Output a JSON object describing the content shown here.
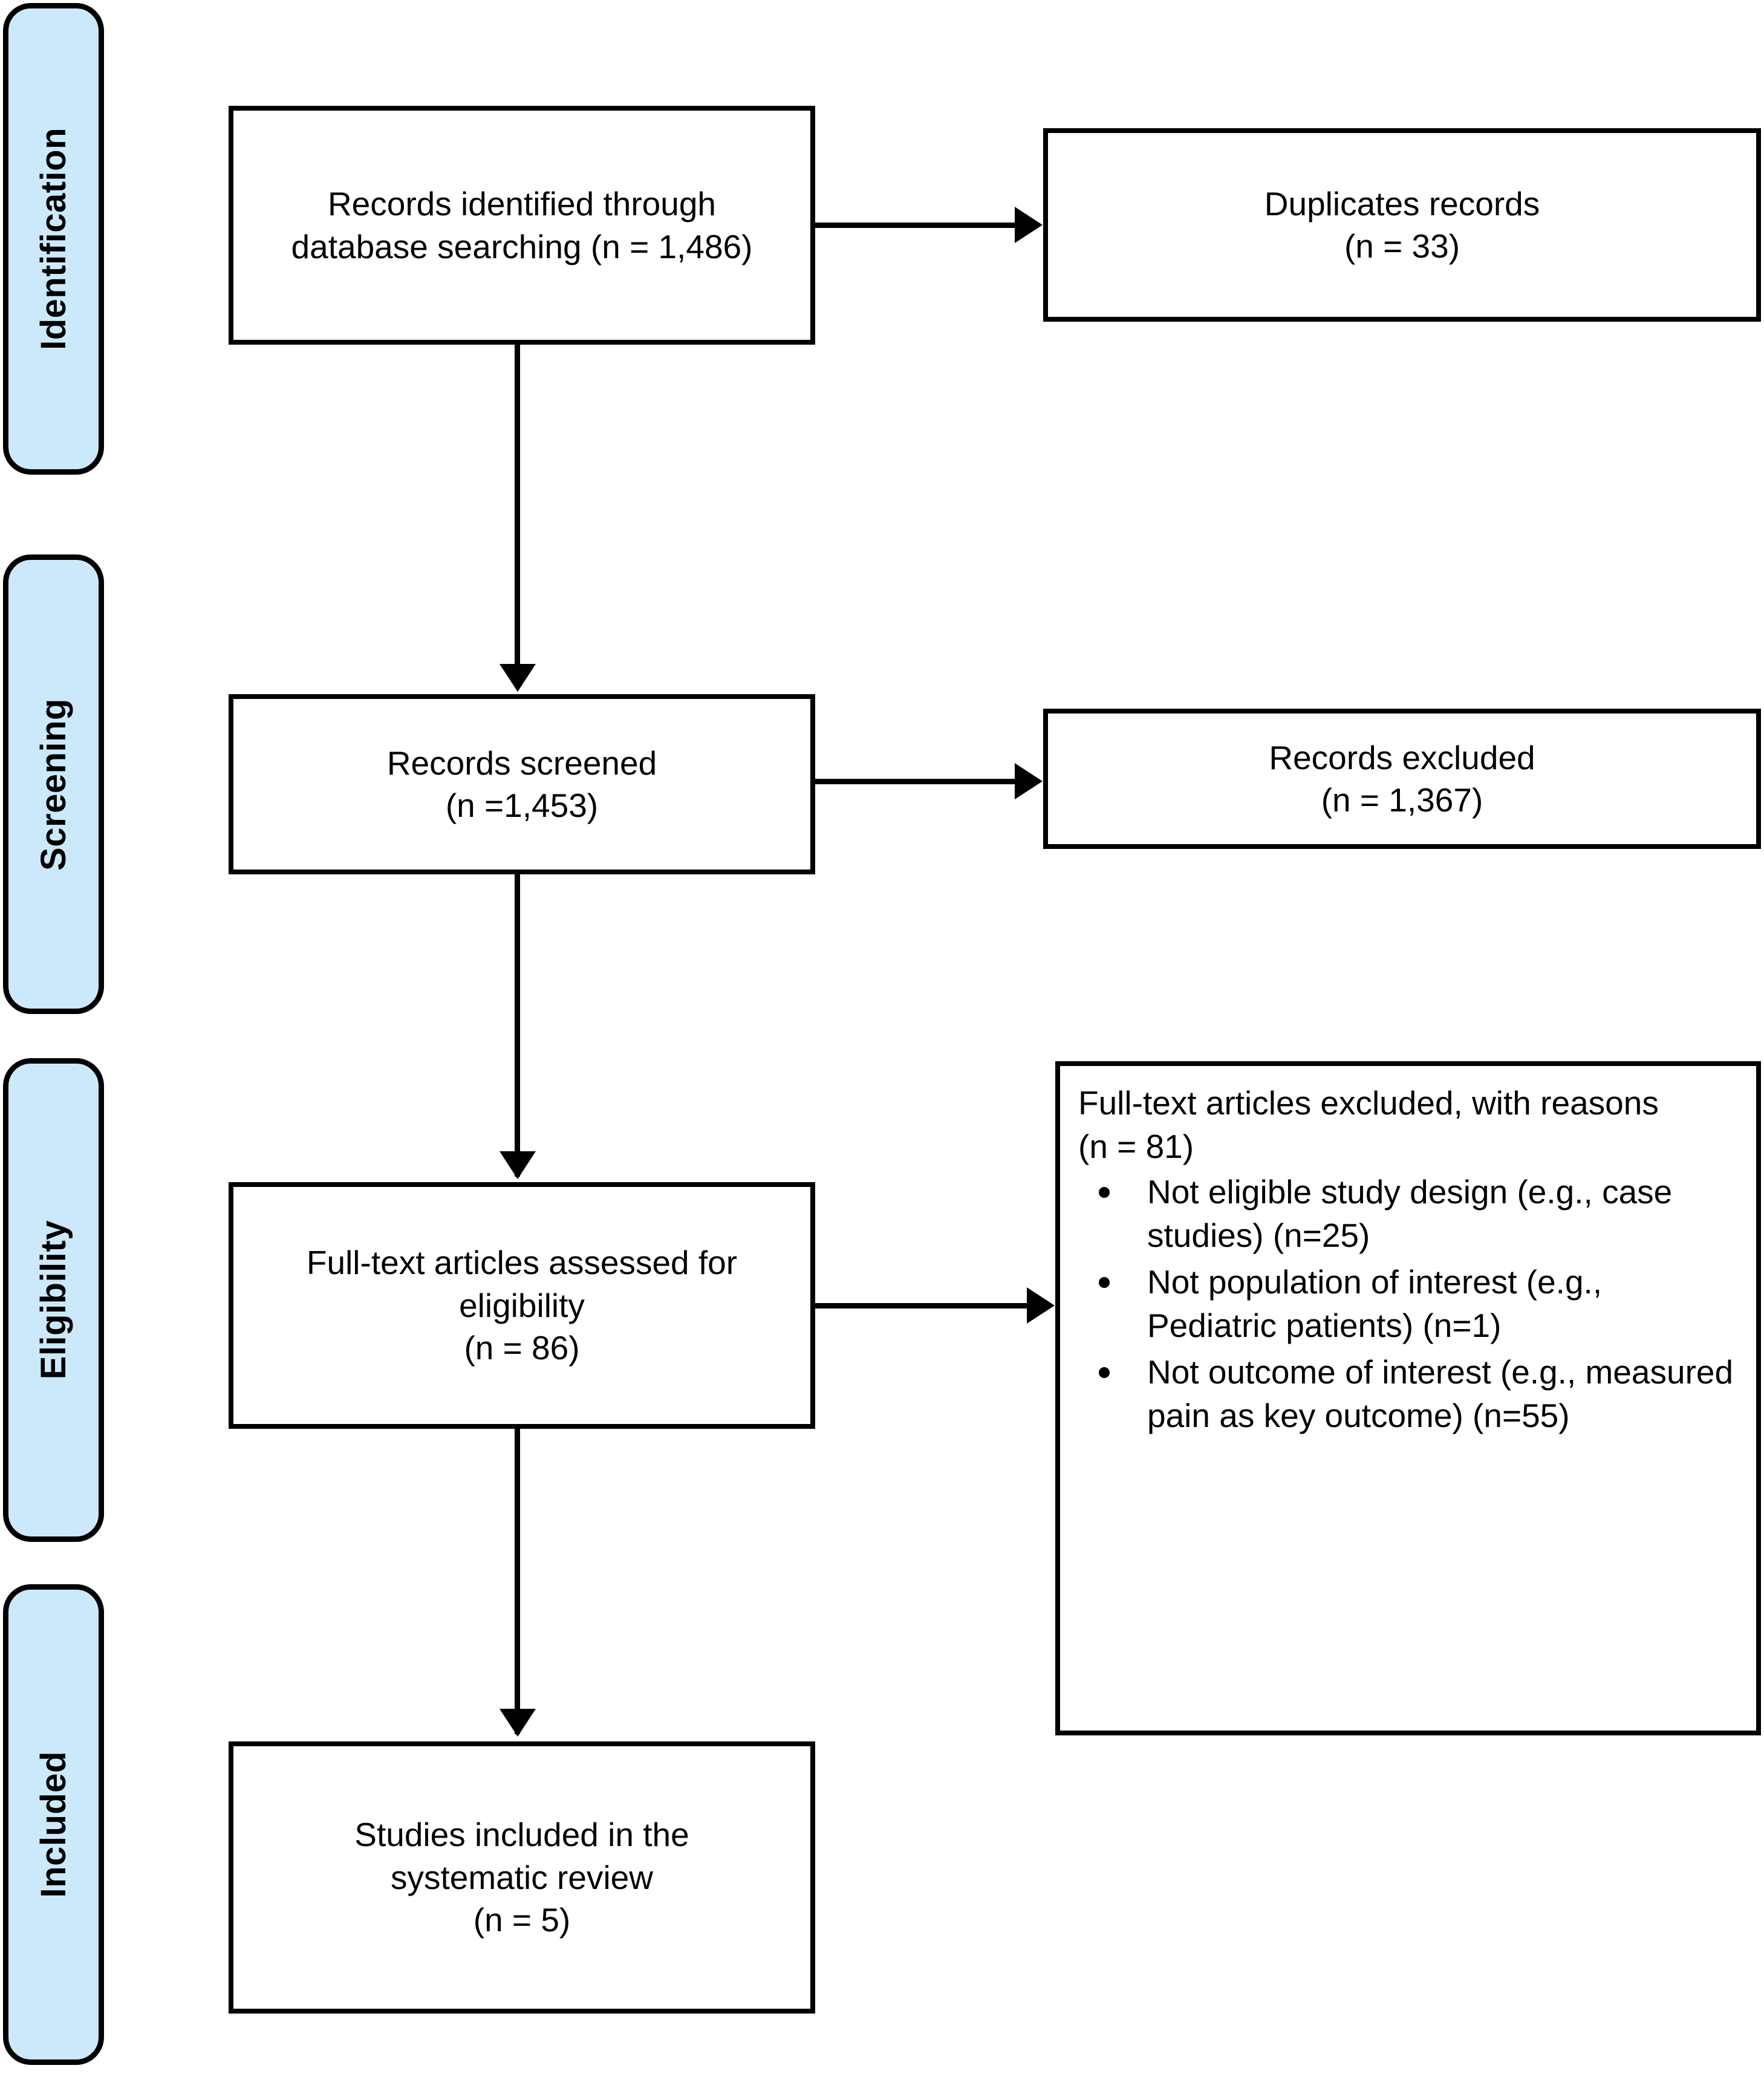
{
  "diagram": {
    "title": "PRISMA flow diagram",
    "colors": {
      "stage_fill": "#CCE9FB",
      "stage_border": "#000000",
      "box_border": "#000000",
      "box_fill": "#FFFFFF",
      "connector": "#000000"
    },
    "stages": [
      {
        "id": "identification",
        "label": "Identification"
      },
      {
        "id": "screening",
        "label": "Screening"
      },
      {
        "id": "eligibility",
        "label": "Eligibility"
      },
      {
        "id": "included",
        "label": "Included"
      }
    ],
    "boxes": {
      "records_identified": {
        "line1": "Records identified through",
        "line2": "database searching (n = 1,486)"
      },
      "duplicates": {
        "line1": "Duplicates records",
        "line2": "(n = 33)"
      },
      "records_screened": {
        "line1": "Records screened",
        "line2": "(n =1,453)"
      },
      "records_excluded": {
        "line1": "Records excluded",
        "line2": "(n = 1,367)"
      },
      "fulltext_assessed": {
        "line1": "Full-text articles assessed for",
        "line2": "eligibility",
        "line3": "(n = 86)"
      },
      "fulltext_excluded": {
        "heading": "Full-text articles excluded, with reasons\n(n = 81)",
        "reasons": [
          "Not eligible study design (e.g., case studies) (n=25)",
          "Not population of interest (e.g., Pediatric patients) (n=1)",
          "Not outcome of interest (e.g., measured pain as key outcome) (n=55)"
        ]
      },
      "studies_included": {
        "line1": "Studies included in the",
        "line2": "systematic review",
        "line3": "(n = 5)"
      }
    },
    "counts": {
      "records_identified": 1486,
      "duplicates": 33,
      "records_screened": 1453,
      "records_excluded": 1367,
      "fulltext_assessed": 86,
      "fulltext_excluded_total": 81,
      "reason_not_eligible_design": 25,
      "reason_not_population": 1,
      "reason_not_outcome": 55,
      "studies_included": 5
    }
  }
}
